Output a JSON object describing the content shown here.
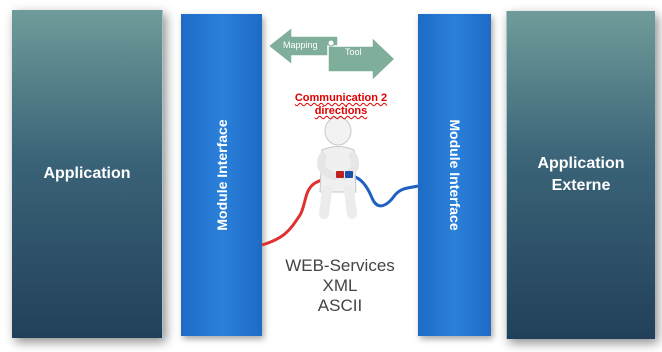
{
  "left_application": {
    "label": "Application"
  },
  "right_application": {
    "line1": "Application",
    "line2": "Externe"
  },
  "left_module": {
    "label": "Module Interface"
  },
  "right_module": {
    "label": "Module Interface"
  },
  "mapping_arrows": {
    "left_label": "Mapping",
    "right_label": "Tool"
  },
  "communication": {
    "line1": "Communication 2",
    "line2": "directions"
  },
  "protocols": [
    "WEB-Services",
    "XML",
    "ASCII"
  ],
  "colors": {
    "application_panel": "#3b6478",
    "module_interface": "#2a80da",
    "arrow": "#7fae9a",
    "cable_left": "#e03030",
    "cable_right": "#2060c0",
    "communication_text": "#e00000"
  },
  "icons": {
    "figure": "person-holding-cables-icon"
  }
}
